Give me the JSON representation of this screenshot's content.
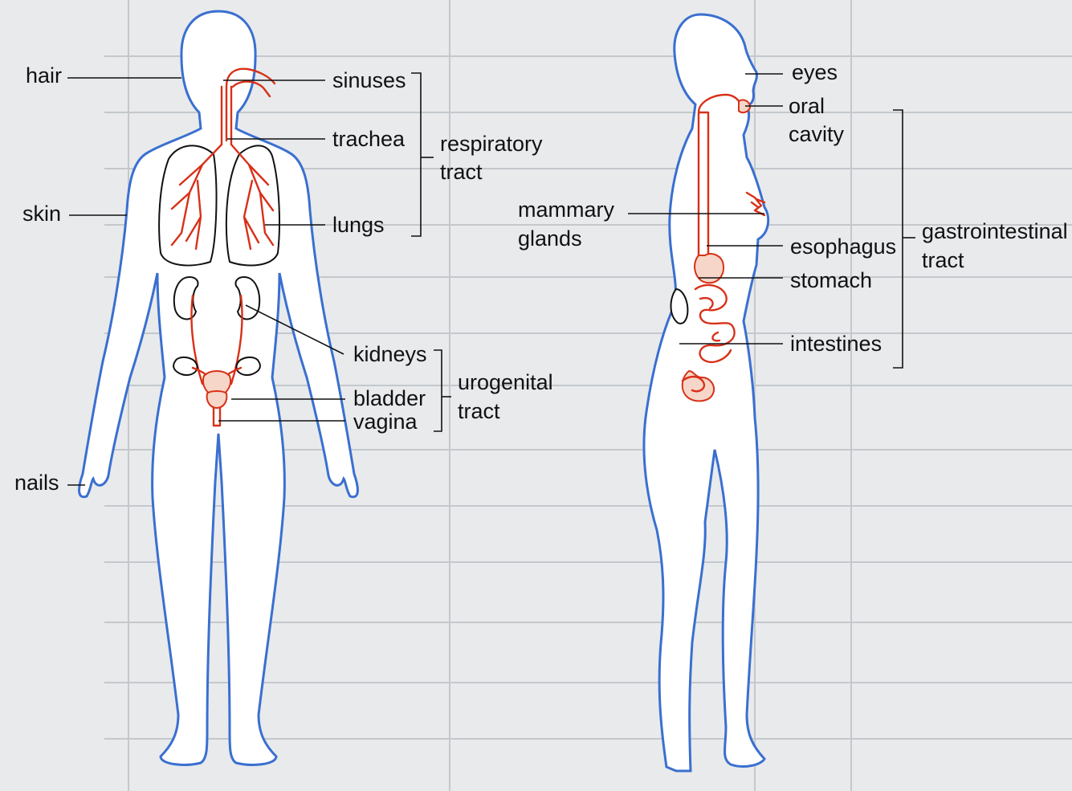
{
  "colors": {
    "outline": "#3a6fd0",
    "organ": "#d83018",
    "label": "#111111",
    "background": "#e8eaec"
  },
  "front_figure": {
    "labels": {
      "hair": "hair",
      "skin": "skin",
      "nails": "nails",
      "sinuses": "sinuses",
      "trachea": "trachea",
      "lungs": "lungs",
      "kidneys": "kidneys",
      "bladder": "bladder",
      "vagina": "vagina"
    },
    "groups": {
      "respiratory_line1": "respiratory",
      "respiratory_line2": "tract",
      "urogenital_line1": "urogenital",
      "urogenital_line2": "tract"
    }
  },
  "side_figure": {
    "labels": {
      "eyes": "eyes",
      "oral_line1": "oral",
      "oral_line2": "cavity",
      "mammary_line1": "mammary",
      "mammary_line2": "glands",
      "esophagus": "esophagus",
      "stomach": "stomach",
      "intestines": "intestines"
    },
    "groups": {
      "gastro_line1": "gastrointestinal",
      "gastro_line2": "tract"
    }
  }
}
